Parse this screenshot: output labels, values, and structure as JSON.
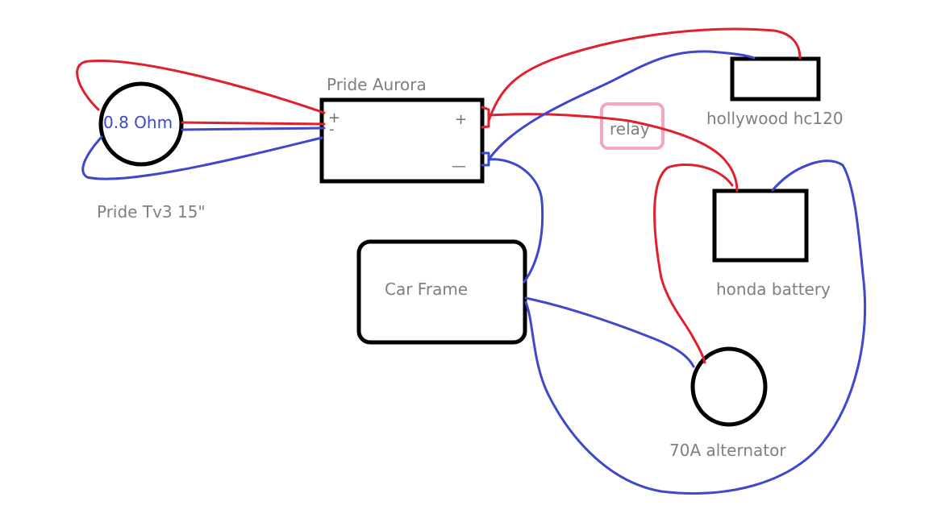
{
  "colors": {
    "positive_wire": "#e0202c",
    "negative_wire": "#3f48cc",
    "relay_outline": "#f4a7c3",
    "component_outline": "#000000",
    "label_text": "#7f7f7f"
  },
  "components": {
    "subwoofer": {
      "label": "Pride Tv3 15\"",
      "impedance": "0.8 Ohm"
    },
    "amplifier": {
      "label": "Pride Aurora",
      "pos_in": "+",
      "neg_in": "-",
      "pos_out": "+",
      "neg_out": "—"
    },
    "capacitor": {
      "label": "hollywood hc120"
    },
    "relay": {
      "label": "relay"
    },
    "battery": {
      "label": "honda battery"
    },
    "frame": {
      "label": "Car Frame"
    },
    "alternator": {
      "label": "70A alternator"
    }
  }
}
